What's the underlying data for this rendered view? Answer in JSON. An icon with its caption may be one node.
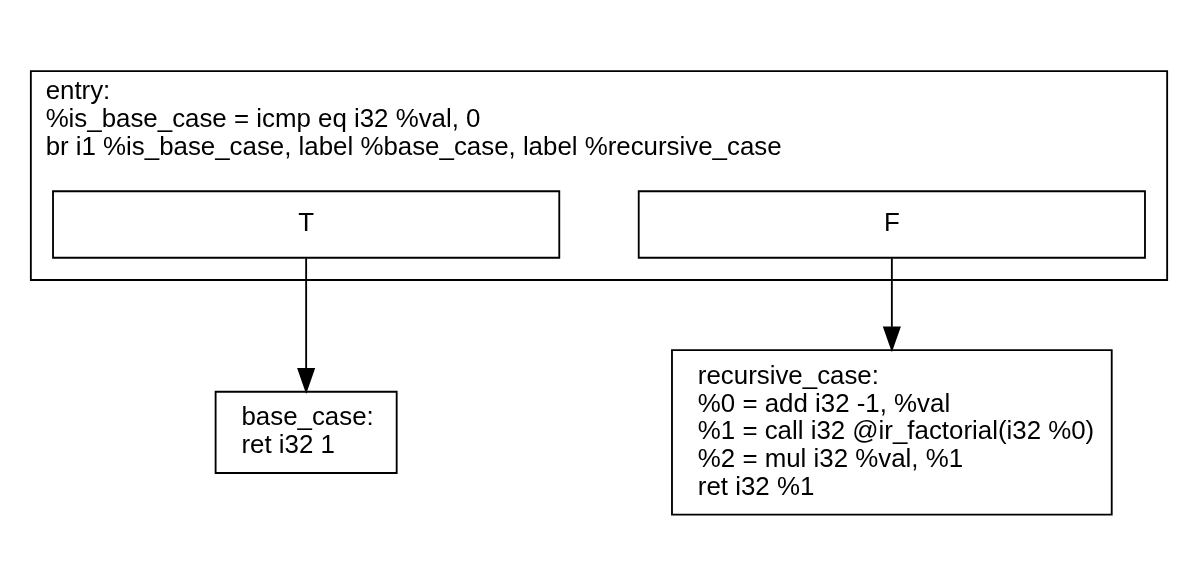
{
  "diagram": {
    "nodes": [
      {
        "text": [
          "entry:",
          "%is_base_case = icmp eq i32 %val, 0",
          "br i1 %is_base_case, label %base_case, label %recursive_case"
        ]
      },
      {
        "text": [
          "T"
        ],
        "in": 0
      },
      {
        "text": [
          "F"
        ],
        "in": 0
      },
      {
        "text": [
          "base_case:",
          "ret i32 1"
        ]
      },
      {
        "text": [
          "recursive_case:",
          "%0 = add i32 -1, %val",
          "%1 = call i32 @ir_factorial(i32 %0)",
          "%2 = mul i32 %val, %1",
          "ret i32 %1"
        ]
      }
    ],
    "edges": [
      {
        "from": 1,
        "to": 3,
        "arrow": "to"
      },
      {
        "from": 2,
        "to": 4,
        "arrow": "to"
      }
    ]
  }
}
